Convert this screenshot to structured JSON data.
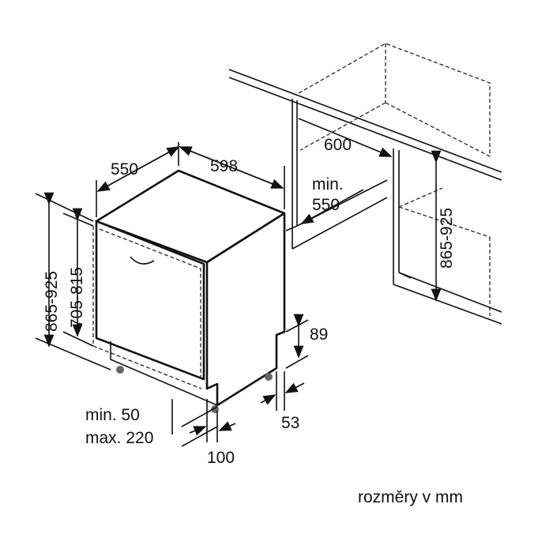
{
  "diagram": {
    "dimensions": {
      "depth": "550",
      "width": "598",
      "niche_width": "600",
      "niche_depth_line1": "min.",
      "niche_depth_line2": "550",
      "height_left": "865-925",
      "door_height": "705-815",
      "niche_height": "865-925",
      "plinth_height": "89",
      "plinth_depth": "53",
      "plinth_gap_line1": "min. 50",
      "plinth_gap_line2": "max. 220",
      "foot_offset": "100"
    },
    "units_note": "rozměry v mm"
  }
}
